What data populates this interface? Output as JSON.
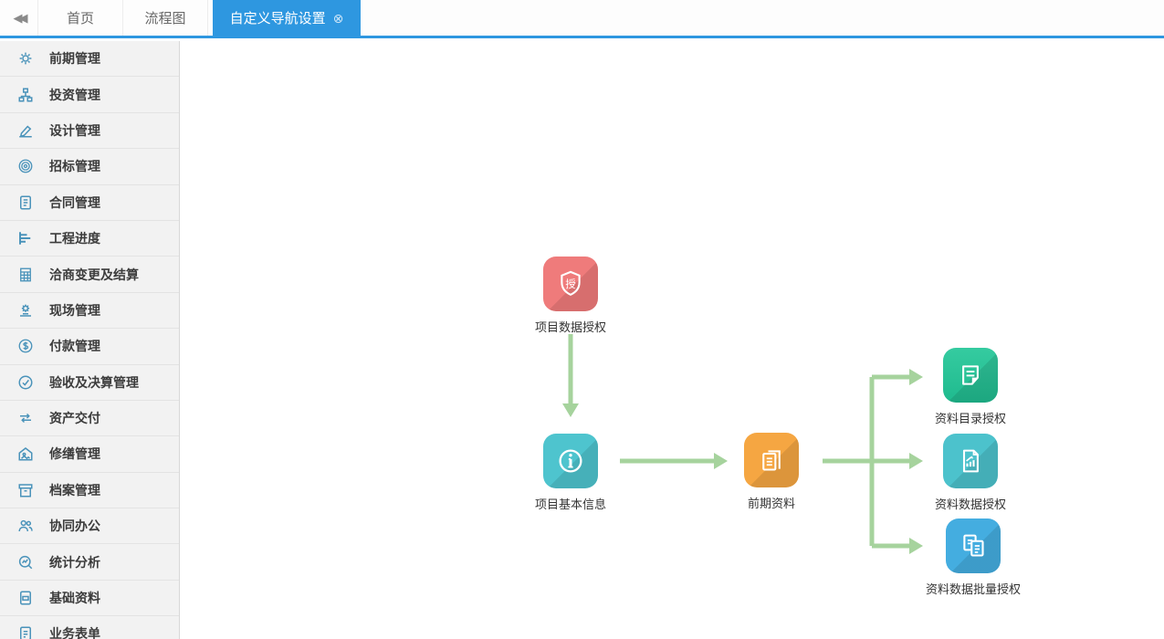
{
  "header": {
    "collapse_icon": "◀◀",
    "close_icon": "⊗",
    "accent_color": "#2e97e0",
    "tabs": [
      {
        "label": "首页",
        "active": false
      },
      {
        "label": "流程图",
        "active": false
      },
      {
        "label": "自定义导航设置",
        "active": true,
        "closable": true
      }
    ]
  },
  "sidebar": {
    "icon_color": "#4a93ba",
    "items": [
      {
        "label": "前期管理",
        "icon": "#i-gear",
        "icon_name": "gear-icon"
      },
      {
        "label": "投资管理",
        "icon": "#i-sitemap",
        "icon_name": "sitemap-icon"
      },
      {
        "label": "设计管理",
        "icon": "#i-pencil",
        "icon_name": "pencil-icon"
      },
      {
        "label": "招标管理",
        "icon": "#i-target",
        "icon_name": "target-icon"
      },
      {
        "label": "合同管理",
        "icon": "#i-doc",
        "icon_name": "document-icon"
      },
      {
        "label": "工程进度",
        "icon": "#i-gantt",
        "icon_name": "gantt-icon"
      },
      {
        "label": "洽商变更及结算",
        "icon": "#i-calc",
        "icon_name": "calculator-icon"
      },
      {
        "label": "现场管理",
        "icon": "#i-sitegear",
        "icon_name": "site-gear-icon"
      },
      {
        "label": "付款管理",
        "icon": "#i-coin",
        "icon_name": "coin-icon"
      },
      {
        "label": "验收及决算管理",
        "icon": "#i-check",
        "icon_name": "check-circle-icon"
      },
      {
        "label": "资产交付",
        "icon": "#i-transfer",
        "icon_name": "transfer-arrows-icon"
      },
      {
        "label": "修缮管理",
        "icon": "#i-house",
        "icon_name": "house-icon"
      },
      {
        "label": "档案管理",
        "icon": "#i-archive",
        "icon_name": "archive-box-icon"
      },
      {
        "label": "协同办公",
        "icon": "#i-people",
        "icon_name": "people-icon"
      },
      {
        "label": "统计分析",
        "icon": "#i-analytics",
        "icon_name": "chart-magnifier-icon"
      },
      {
        "label": "基础资料",
        "icon": "#i-basedoc",
        "icon_name": "data-document-icon"
      },
      {
        "label": "业务表单",
        "icon": "#i-form",
        "icon_name": "form-document-icon"
      }
    ]
  },
  "diagram": {
    "arrow_color": "#a6d39d",
    "nodes": [
      {
        "id": "project-data-auth",
        "label": "项目数据授权",
        "color": "#ef7b7b",
        "glyph": "shield-auth-icon"
      },
      {
        "id": "project-basic-info",
        "label": "项目基本信息",
        "color": "#4ec4ce",
        "glyph": "info-circle-icon"
      },
      {
        "id": "preliminary-data",
        "label": "前期资料",
        "color": "#f5a642",
        "glyph": "stacked-docs-icon"
      },
      {
        "id": "data-directory-auth",
        "label": "资料目录授权",
        "color": "#2bc59a",
        "glyph": "note-page-icon"
      },
      {
        "id": "data-data-auth",
        "label": "资料数据授权",
        "color": "#4cc2cc",
        "glyph": "chart-document-icon"
      },
      {
        "id": "data-batch-auth",
        "label": "资料数据批量授权",
        "color": "#44ade0",
        "glyph": "copy-docs-icon"
      }
    ],
    "edges": [
      {
        "from": "项目数据授权",
        "to": "项目基本信息"
      },
      {
        "from": "项目基本信息",
        "to": "前期资料"
      },
      {
        "from": "前期资料",
        "to": "资料目录授权"
      },
      {
        "from": "前期资料",
        "to": "资料数据授权"
      },
      {
        "from": "前期资料",
        "to": "资料数据批量授权"
      }
    ]
  }
}
